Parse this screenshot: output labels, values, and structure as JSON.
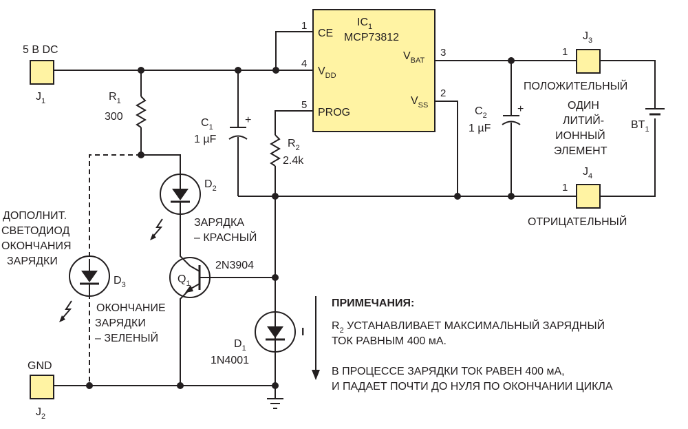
{
  "colors": {
    "ic_fill": "#fff3a3",
    "connector_fill": "#fff3a3",
    "ink": "#231f20"
  },
  "ic": {
    "name": "IC",
    "index": "1",
    "part": "MCP73812",
    "pins": {
      "ce": {
        "num": "1",
        "label": "CE"
      },
      "vdd": {
        "num": "4",
        "label": "V",
        "sub": "DD"
      },
      "prog": {
        "num": "5",
        "label": "PROG"
      },
      "vbat": {
        "num": "3",
        "label": "V",
        "sub": "BAT"
      },
      "vss": {
        "num": "2",
        "label": "V",
        "sub": "SS"
      }
    }
  },
  "j1": {
    "name": "J",
    "index": "1",
    "label": "5 B DC"
  },
  "j2": {
    "name": "J",
    "index": "2",
    "label": "GND"
  },
  "j3": {
    "name": "J",
    "index": "3",
    "pin": "1",
    "label": "ПОЛОЖИТЕЛЬНЫЙ"
  },
  "j4": {
    "name": "J",
    "index": "4",
    "pin": "1",
    "label": "ОТРИЦАТЕЛЬНЫЙ"
  },
  "r1": {
    "name": "R",
    "index": "1",
    "value": "300"
  },
  "r2": {
    "name": "R",
    "index": "2",
    "value": "2.4k"
  },
  "c1": {
    "name": "C",
    "index": "1",
    "value": "1 µF",
    "polarity": "+"
  },
  "c2": {
    "name": "C",
    "index": "2",
    "value": "1 µF",
    "polarity": "+"
  },
  "d1": {
    "name": "D",
    "index": "1",
    "part": "1N4001"
  },
  "d2": {
    "name": "D",
    "index": "2",
    "caption": [
      "ЗАРЯДКА",
      "– КРАСНЫЙ"
    ]
  },
  "d3": {
    "name": "D",
    "index": "3",
    "caption": [
      "ОКОНЧАНИЕ",
      "ЗАРЯДКИ",
      "– ЗЕЛЕНЫЙ"
    ],
    "note": [
      "ДОПОЛНИТ.",
      "СВЕТОДИОД",
      "ОКОНЧАНИЯ",
      "ЗАРЯДКИ"
    ]
  },
  "q1": {
    "name": "Q",
    "index": "1",
    "part": "2N3904"
  },
  "bt1": {
    "name": "BT",
    "index": "1",
    "caption": [
      "ОДИН",
      "ЛИТИЙ-",
      "ИОННЫЙ",
      "ЭЛЕМЕНТ"
    ]
  },
  "current_label": "I",
  "notes": {
    "title": "ПРИМЕЧАНИЯ:",
    "line1_r": "R",
    "line1_sub": "2",
    "line1_rest": " УСТАНАВЛИВАЕТ МАКСИМАЛЬНЫЙ ЗАРЯДНЫЙ",
    "line2": "ТОК РАВНЫМ 400 мА.",
    "line3": "В ПРОЦЕССЕ ЗАРЯДКИ ТОК РАВЕН 400 мА,",
    "line4": "И ПАДАЕТ ПОЧТИ ДО НУЛЯ ПО ОКОНЧАНИИ ЦИКЛА"
  }
}
